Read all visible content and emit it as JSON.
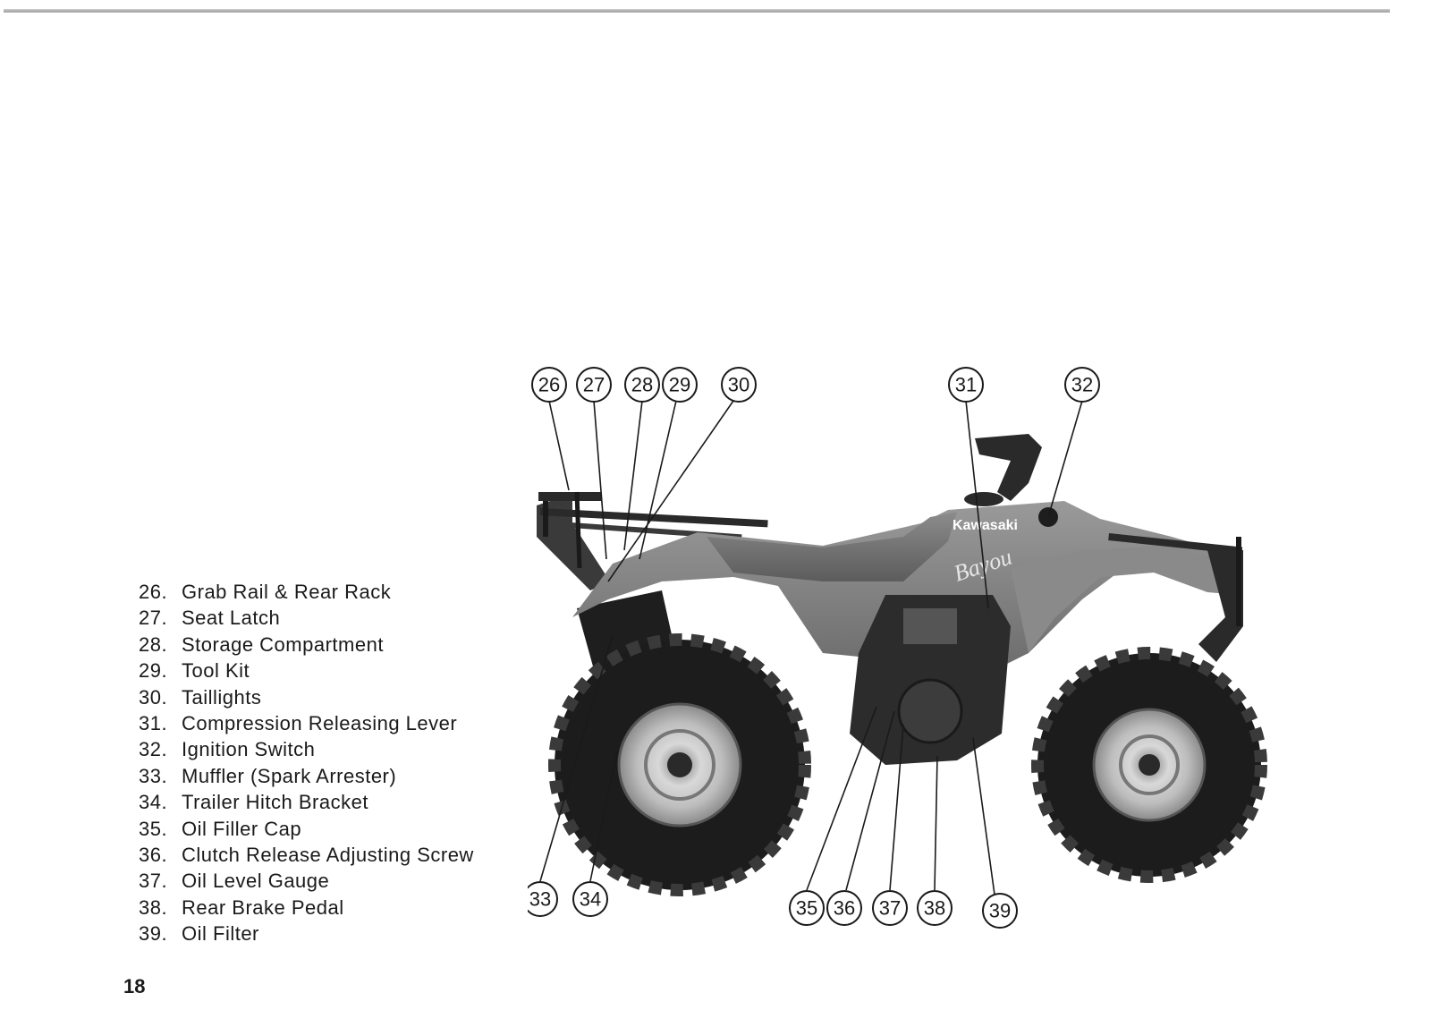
{
  "page": {
    "page_number": "18"
  },
  "legend": {
    "items": [
      {
        "num": "26.",
        "label": "Grab Rail & Rear Rack"
      },
      {
        "num": "27.",
        "label": "Seat Latch"
      },
      {
        "num": "28.",
        "label": "Storage Compartment"
      },
      {
        "num": "29.",
        "label": "Tool Kit"
      },
      {
        "num": "30.",
        "label": "Taillights"
      },
      {
        "num": "31.",
        "label": "Compression Releasing Lever"
      },
      {
        "num": "32.",
        "label": "Ignition Switch"
      },
      {
        "num": "33.",
        "label": "Muffler (Spark Arrester)"
      },
      {
        "num": "34.",
        "label": "Trailer Hitch Bracket"
      },
      {
        "num": "35.",
        "label": "Oil Filler Cap"
      },
      {
        "num": "36.",
        "label": "Clutch Release Adjusting Screw"
      },
      {
        "num": "37.",
        "label": "Oil Level Gauge"
      },
      {
        "num": "38.",
        "label": "Rear Brake Pedal"
      },
      {
        "num": "39.",
        "label": "Oil Filter"
      }
    ]
  },
  "figure": {
    "brand_text": "Kawasaki",
    "model_text": "Bayou",
    "callouts": {
      "c26": "26",
      "c27": "27",
      "c28": "28",
      "c29": "29",
      "c30": "30",
      "c31": "31",
      "c32": "32",
      "c33": "33",
      "c34": "34",
      "c35": "35",
      "c36": "36",
      "c37": "37",
      "c38": "38",
      "c39": "39"
    }
  }
}
